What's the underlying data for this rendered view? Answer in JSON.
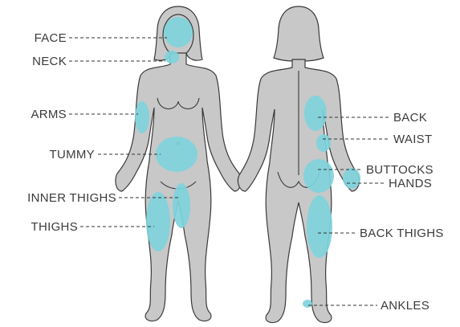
{
  "colors": {
    "zone": "#7fd3dc",
    "body": "#c8c8c8",
    "outline": "#3a3a3a",
    "text": "#3b3b3b"
  },
  "labels": {
    "face": "FACE",
    "neck": "NECK",
    "arms": "ARMS",
    "tummy": "TUMMY",
    "inner_thighs": "INNER THIGHS",
    "thighs": "THIGHS",
    "back": "BACK",
    "waist": "WAIST",
    "buttocks": "BUTTOCKS",
    "hands": "HANDS",
    "back_thighs": "BACK THIGHS",
    "ankles": "ANKLES"
  }
}
